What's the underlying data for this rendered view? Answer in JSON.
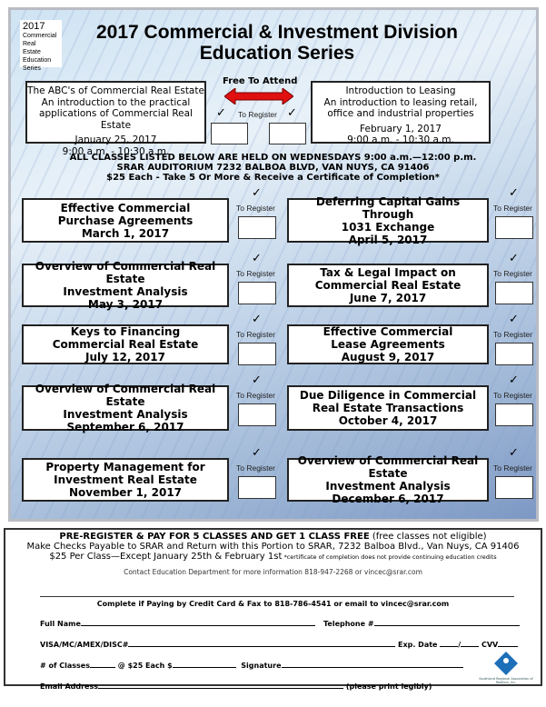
{
  "logo": {
    "year": "2017",
    "lines": [
      "Commercial",
      "Real",
      "Estate",
      "Education",
      "Series"
    ]
  },
  "title": [
    "2017 Commercial & Investment Division",
    "Education Series"
  ],
  "free": {
    "label": "Free To Attend",
    "register": "To Register",
    "check": "✓",
    "left": {
      "lines": [
        "The ABC's of Commercial Real Estate",
        "An introduction to the practical",
        "applications of Commercial Real Estate"
      ],
      "date": "January 25, 2017",
      "time": "9:00 a.m.  -  10:30 a.m."
    },
    "right": {
      "lines": [
        "Introduction to Leasing",
        "An introduction to leasing  retail,",
        "office and  industrial properties"
      ],
      "date": "February 1, 2017",
      "time": "9:00 a.m.  -  10:30 a.m."
    }
  },
  "info": [
    "ALL CLASSES LISTED BELOW ARE HELD ON WEDNESDAYS  9:00 a.m.—12:00 p.m.",
    "SRAR AUDITORIUM     7232 BALBOA BLVD, VAN NUYS, CA 91406",
    "$25 Each  -  Take 5 Or More & Receive a Certificate of Completion*"
  ],
  "classes": [
    {
      "lines": [
        "Effective Commercial",
        "Purchase Agreements",
        "March 1, 2017"
      ]
    },
    {
      "lines": [
        "Deferring Capital Gains Through",
        "1031 Exchange",
        "April 5, 2017"
      ]
    },
    {
      "lines": [
        "Overview of Commercial Real Estate",
        "Investment Analysis",
        "May 3, 2017"
      ]
    },
    {
      "lines": [
        "Tax & Legal Impact on",
        "Commercial Real Estate",
        "June 7, 2017"
      ]
    },
    {
      "lines": [
        "Keys to Financing",
        "Commercial Real Estate",
        "July 12, 2017"
      ]
    },
    {
      "lines": [
        "Effective Commercial",
        "Lease Agreements",
        "August 9, 2017"
      ]
    },
    {
      "lines": [
        "Overview of Commercial Real Estate",
        "Investment Analysis",
        "September 6, 2017"
      ]
    },
    {
      "lines": [
        "Due Diligence in Commercial",
        "Real Estate Transactions",
        "October 4, 2017"
      ]
    },
    {
      "lines": [
        "Property Management for",
        "Investment Real Estate",
        "November 1, 2017"
      ]
    },
    {
      "lines": [
        "Overview of Commercial Real Estate",
        "Investment Analysis",
        "December 6, 2017"
      ]
    }
  ],
  "form": {
    "promo_bold": "PRE-REGISTER & PAY FOR 5 CLASSES AND GET 1 CLASS FREE",
    "promo_rest": " (free classes not eligible)",
    "checks": "Make Checks Payable to SRAR and Return with this Portion to SRAR, 7232 Balboa Blvd., Van Nuys, CA 91406",
    "price": "$25 Per Class—Except January 25th & February 1st",
    "cert": " *certificate of completion does not provide continuing education credits",
    "contact": "Contact Education Department for more information 818-947-2268 or vincec@srar.com",
    "cc": "Complete if Paying by Credit Card & Fax to 818-786-4541 or email to vincec@srar.com",
    "full_name": "Full Name",
    "telephone": "Telephone #",
    "card": "VISA/MC/AMEX/DISC#",
    "exp": "Exp. Date",
    "cvv": "CVV",
    "num_classes": "# of Classes",
    "each": "@ $25 Each  $",
    "signature": "Signature",
    "email": "Email Address",
    "legibly": "(please print legibly)",
    "org": "Southland Regional Association of Realtors, Inc."
  }
}
